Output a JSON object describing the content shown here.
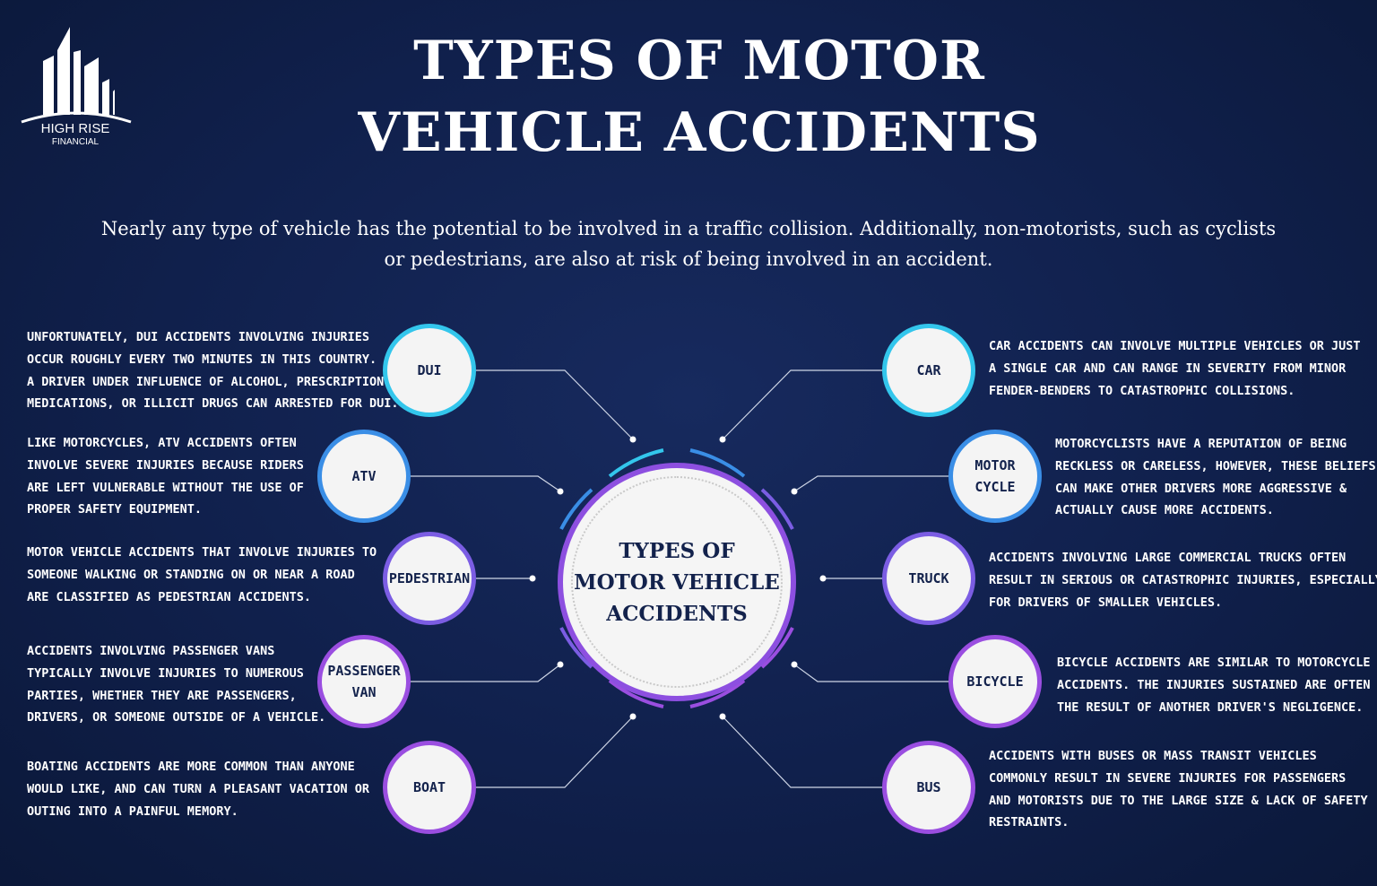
{
  "logo": {
    "name": "HIGH RISE",
    "sub": "FINANCIAL"
  },
  "title": "TYPES OF MOTOR\nVEHICLE ACCIDENTS",
  "intro": "Nearly any type of vehicle has the potential to be involved in a traffic collision. Additionally, non-motorists, such as cyclists or pedestrians, are also at risk of being involved in an accident.",
  "center_label": "TYPES OF\nMOTOR VEHICLE\nACCIDENTS",
  "nodes": {
    "dui": {
      "label": "DUI",
      "description": "UNFORTUNATELY, DUI ACCIDENTS INVOLVING INJURIES\nOCCUR ROUGHLY EVERY TWO MINUTES IN THIS COUNTRY.\nA DRIVER UNDER INFLUENCE OF ALCOHOL, PRESCRIPTION\nMEDICATIONS, OR ILLICIT DRUGS CAN ARRESTED FOR DUI."
    },
    "atv": {
      "label": "ATV",
      "description": "LIKE MOTORCYCLES, ATV ACCIDENTS OFTEN\nINVOLVE SEVERE INJURIES BECAUSE RIDERS\nARE LEFT VULNERABLE WITHOUT THE USE OF\nPROPER SAFETY EQUIPMENT."
    },
    "pedestrian": {
      "label": "PEDESTRIAN",
      "description": "MOTOR VEHICLE ACCIDENTS THAT INVOLVE INJURIES TO\nSOMEONE WALKING OR STANDING ON OR NEAR A ROAD\nARE CLASSIFIED AS PEDESTRIAN ACCIDENTS."
    },
    "passenger_van": {
      "label": "PASSENGER\nVAN",
      "description": "ACCIDENTS INVOLVING PASSENGER VANS\nTYPICALLY INVOLVE INJURIES TO NUMEROUS\nPARTIES, WHETHER THEY ARE PASSENGERS,\nDRIVERS, OR SOMEONE OUTSIDE OF A VEHICLE."
    },
    "boat": {
      "label": "BOAT",
      "description": "BOATING ACCIDENTS ARE MORE COMMON THAN ANYONE\nWOULD LIKE, AND CAN TURN A PLEASANT VACATION OR\nOUTING INTO A PAINFUL MEMORY."
    },
    "car": {
      "label": "CAR",
      "description": "CAR ACCIDENTS CAN INVOLVE MULTIPLE VEHICLES OR JUST\nA SINGLE CAR AND CAN RANGE IN SEVERITY FROM MINOR\nFENDER-BENDERS TO CATASTROPHIC COLLISIONS."
    },
    "motorcycle": {
      "label": "MOTOR\nCYCLE",
      "description": "MOTORCYCLISTS HAVE A REPUTATION OF BEING\nRECKLESS OR CARELESS, HOWEVER, THESE BELIEFS\nCAN MAKE OTHER DRIVERS MORE AGGRESSIVE &\nACTUALLY CAUSE MORE ACCIDENTS."
    },
    "truck": {
      "label": "TRUCK",
      "description": "ACCIDENTS INVOLVING LARGE COMMERCIAL TRUCKS OFTEN\nRESULT IN SERIOUS OR CATASTROPHIC INJURIES, ESPECIALLY\nFOR DRIVERS OF SMALLER VEHICLES."
    },
    "bicycle": {
      "label": "BICYCLE",
      "description": "BICYCLE ACCIDENTS ARE SIMILAR TO MOTORCYCLE\nACCIDENTS. THE INJURIES SUSTAINED ARE OFTEN\nTHE RESULT OF ANOTHER DRIVER'S NEGLIGENCE."
    },
    "bus": {
      "label": "BUS",
      "description": "ACCIDENTS WITH BUSES OR MASS TRANSIT VEHICLES\nCOMMONLY RESULT IN SEVERE INJURIES FOR PASSENGERS\nAND MOTORISTS DUE TO THE LARGE SIZE & LACK OF SAFETY\nRESTRAINTS."
    }
  },
  "colors": {
    "background": "#10204c",
    "node_text": "#13224c",
    "ring_cyan": "#33c6ec",
    "ring_blue": "#3a8ee6",
    "ring_violet": "#7b5de3",
    "ring_purple": "#9a4ee0"
  }
}
